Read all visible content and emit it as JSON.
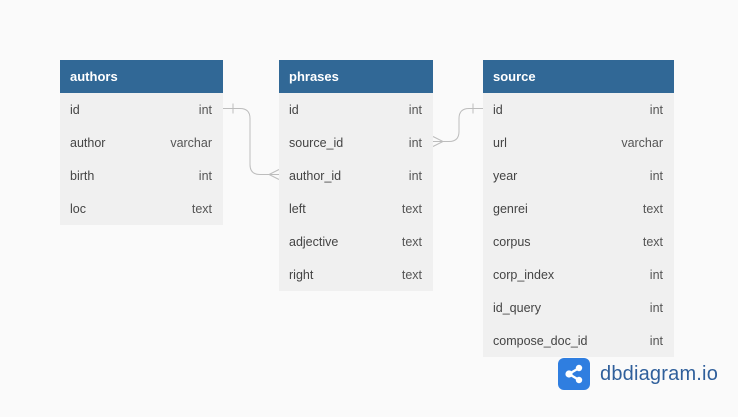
{
  "tables": [
    {
      "name": "authors",
      "columns": [
        {
          "name": "id",
          "type": "int"
        },
        {
          "name": "author",
          "type": "varchar"
        },
        {
          "name": "birth",
          "type": "int"
        },
        {
          "name": "loc",
          "type": "text"
        }
      ]
    },
    {
      "name": "phrases",
      "columns": [
        {
          "name": "id",
          "type": "int"
        },
        {
          "name": "source_id",
          "type": "int"
        },
        {
          "name": "author_id",
          "type": "int"
        },
        {
          "name": "left",
          "type": "text"
        },
        {
          "name": "adjective",
          "type": "text"
        },
        {
          "name": "right",
          "type": "text"
        }
      ]
    },
    {
      "name": "source",
      "columns": [
        {
          "name": "id",
          "type": "int"
        },
        {
          "name": "url",
          "type": "varchar"
        },
        {
          "name": "year",
          "type": "int"
        },
        {
          "name": "genrei",
          "type": "text"
        },
        {
          "name": "corpus",
          "type": "text"
        },
        {
          "name": "corp_index",
          "type": "int"
        },
        {
          "name": "id_query",
          "type": "int"
        },
        {
          "name": "compose_doc_id",
          "type": "int"
        }
      ]
    }
  ],
  "relationships": [
    {
      "from": "phrases.author_id",
      "to": "authors.id",
      "type": "many-to-one"
    },
    {
      "from": "phrases.source_id",
      "to": "source.id",
      "type": "many-to-one"
    }
  ],
  "brand": {
    "logo_text": "dbdiagram.io",
    "logo_icon": "share-nodes-icon",
    "accent_color": "#316896",
    "logo_color": "#2f7ee0"
  }
}
